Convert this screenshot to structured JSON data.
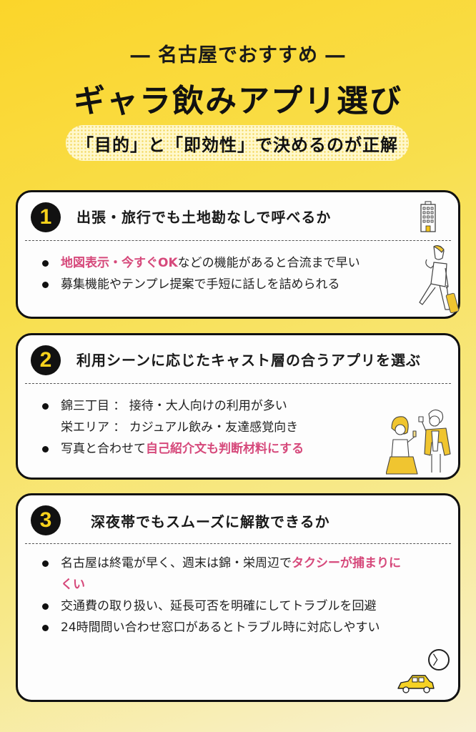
{
  "header": {
    "kicker": "― 名古屋でおすすめ ―",
    "title": "ギャラ飲みアプリ選び",
    "subtitle": "「目的」と「即効性」で決めるのが正解"
  },
  "colors": {
    "background_start": "#fbd52a",
    "background_end": "#f8f1d2",
    "accent_pink": "#d6497b",
    "badge_number": "#f7d21c",
    "card_border": "#111111"
  },
  "cards": [
    {
      "number": "1",
      "title": "出張・旅行でも土地勘なしで呼べるか",
      "illustration": "building-and-traveler-icon",
      "bullets": [
        {
          "highlight": "地図表示・今すぐOK",
          "text": "などの機能があると合流まで早い"
        },
        {
          "text": "募集機能やテンプレ提案で手短に話しを詰められる"
        }
      ]
    },
    {
      "number": "2",
      "title": "利用シーンに応じたキャスト層の合うアプリを選ぶ",
      "illustration": "toasting-couple-icon",
      "bullets": [
        {
          "text": "錦三丁目 ： 接待・大人向けの利用が多い"
        },
        {
          "text": "栄エリア ： カジュアル飲み・友達感覚向き",
          "bullet": false
        },
        {
          "text": "写真と合わせて",
          "highlight": "自己紹介文も判断材料にする"
        }
      ]
    },
    {
      "number": "3",
      "title": "深夜帯でもスムーズに解散できるか",
      "illustration": "clock-and-taxi-icon",
      "bullets": [
        {
          "text": "名古屋は終電が早く、週末は錦・栄周辺で",
          "highlight": "タクシーが捕まりにくい"
        },
        {
          "text": "交通費の取り扱い、延長可否を明確にしてトラブルを回避"
        },
        {
          "text": "24時間問い合わせ窓口があるとトラブル時に対応しやすい"
        }
      ],
      "next_label": "〉"
    }
  ]
}
